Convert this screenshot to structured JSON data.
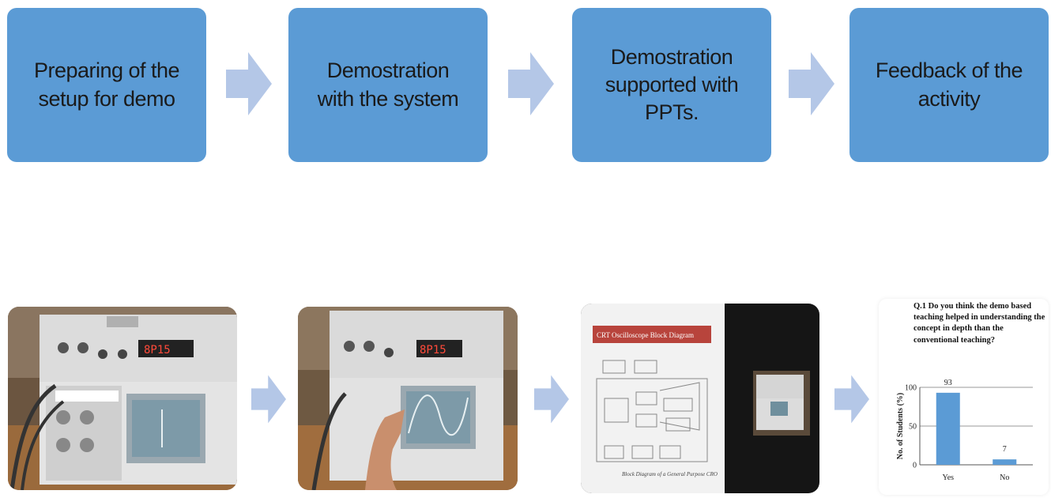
{
  "flow_steps": [
    {
      "label": "Preparing of the setup for demo"
    },
    {
      "label": "Demostration with the system"
    },
    {
      "label": "Demostration supported with PPTs."
    },
    {
      "label": "Feedback of the activity"
    }
  ],
  "colors": {
    "step_box": "#5b9bd5",
    "arrow": "#b4c7e7",
    "bar": "#5b9bd5"
  },
  "photos": {
    "slide_title": "CRT Oscilloscope Block Diagram",
    "slide_caption": "Block Diagram of a General Purpose CRO",
    "oscilloscope_display": "8P15"
  },
  "chart_data": {
    "type": "bar",
    "title": "Q.1 Do you think the demo based teaching helped in understanding the concept in depth than the conventional teaching?",
    "categories": [
      "Yes",
      "No"
    ],
    "values": [
      93,
      7
    ],
    "data_labels": [
      "93",
      "7"
    ],
    "ylabel": "No. of Students (%)",
    "ylim": [
      0,
      100
    ],
    "yticks": [
      0,
      50,
      100
    ],
    "ytick_labels": [
      "0",
      "50",
      "100"
    ],
    "grid": true
  }
}
